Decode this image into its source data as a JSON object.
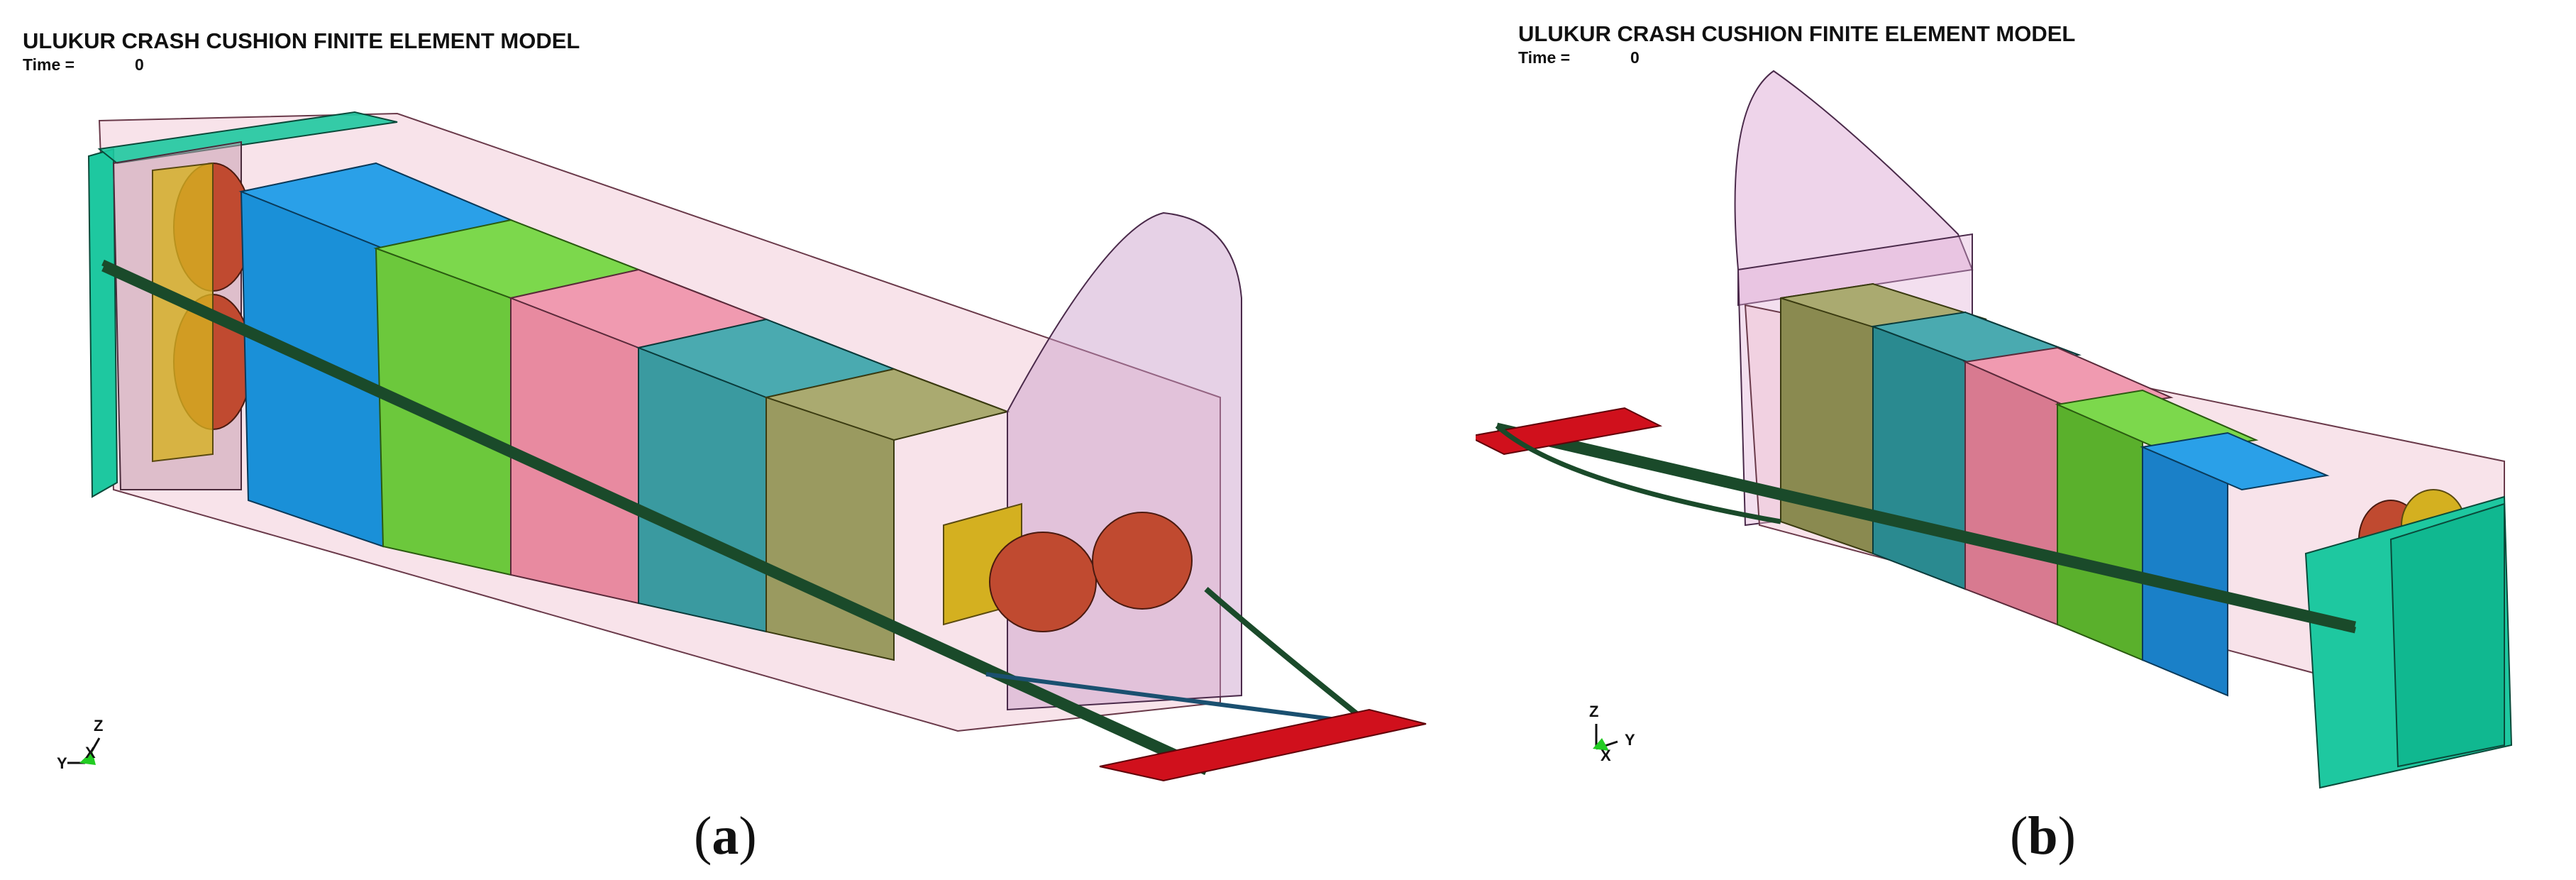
{
  "panel_a": {
    "title": "ULUKUR CRASH CUSHION FINITE ELEMENT MODEL",
    "time_label": "Time =",
    "time_value": "0",
    "caption_open": "(",
    "caption_letter": "a",
    "caption_close": ")",
    "triad": {
      "z": "Z",
      "y": "Y",
      "x": "X"
    }
  },
  "panel_b": {
    "title": "ULUKUR CRASH CUSHION FINITE ELEMENT MODEL",
    "time_label": "Time =",
    "time_value": "0",
    "caption_open": "(",
    "caption_letter": "b",
    "caption_close": ")",
    "triad": {
      "z": "Z",
      "y": "Y",
      "x": "X"
    }
  },
  "colors": {
    "frame_pink": "#e8a0b8",
    "nose_mauve": "#c898c8",
    "end_plate_teal": "#1ec8a0",
    "cartridge_blue": "#1a90d8",
    "cartridge_green": "#6cc83c",
    "cartridge_pink": "#e88aa0",
    "cartridge_teal": "#3a9aa0",
    "cartridge_olive": "#9a9a60",
    "cable_dark_green": "#1a4a2a",
    "anchor_red": "#d0101c",
    "cylinder_orange": "#c04a30",
    "cylinder_yellow": "#d4b020"
  }
}
